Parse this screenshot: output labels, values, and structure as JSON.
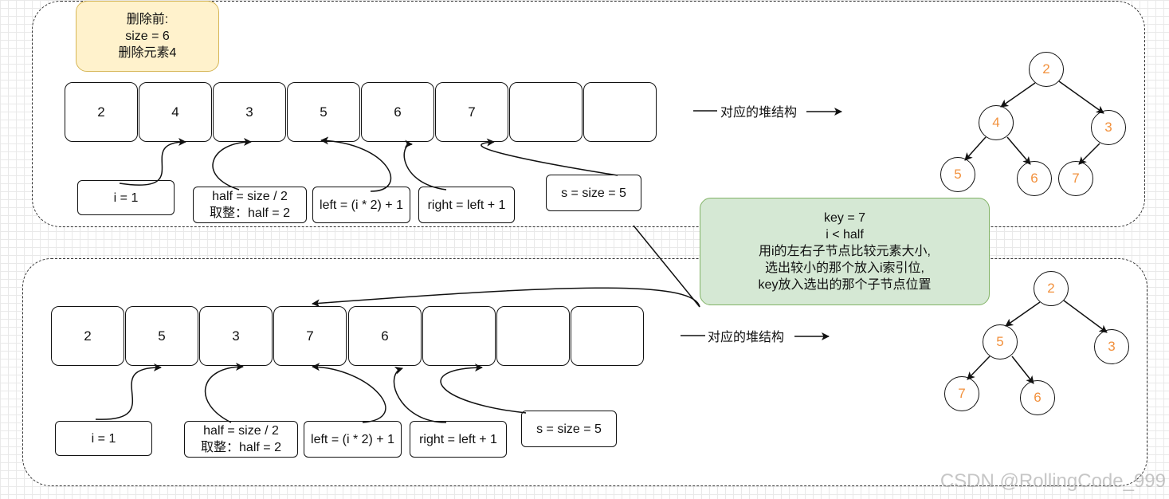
{
  "top": {
    "note_lines": [
      "删除前:",
      "size = 6",
      "删除元素4"
    ],
    "cells": [
      "2",
      "4",
      "3",
      "5",
      "6",
      "7",
      "",
      ""
    ],
    "boxes": {
      "i": [
        "i = 1"
      ],
      "half": [
        "half = size / 2",
        "取整：half = 2"
      ],
      "left": [
        "left = (i * 2) + 1"
      ],
      "right": [
        "right = left + 1"
      ],
      "s": [
        "s = size = 5"
      ]
    },
    "heap_label": "对应的堆结构",
    "tree": [
      "2",
      "4",
      "3",
      "5",
      "6",
      "7"
    ]
  },
  "middle_note": {
    "lines": [
      "key = 7",
      "i < half",
      "用i的左右子节点比较元素大小,",
      "选出较小的那个放入i索引位,",
      "key放入选出的那个子节点位置"
    ]
  },
  "bottom": {
    "cells": [
      "2",
      "5",
      "3",
      "7",
      "6",
      "",
      "",
      ""
    ],
    "boxes": {
      "i": [
        "i = 1"
      ],
      "half": [
        "half = size / 2",
        "取整：half = 2"
      ],
      "left": [
        "left = (i * 2) + 1"
      ],
      "right": [
        "right = left + 1"
      ],
      "s": [
        "s = size = 5"
      ]
    },
    "heap_label": "对应的堆结构",
    "tree": [
      "2",
      "5",
      "3",
      "7",
      "6"
    ]
  },
  "watermark": "CSDN @RollingCode_999",
  "colors": {
    "node_text": "#f2913d",
    "note_yellow_fill": "#fff2cc",
    "note_yellow_border": "#d6b656",
    "note_green_fill": "#d5e8d4",
    "note_green_border": "#82b366"
  }
}
